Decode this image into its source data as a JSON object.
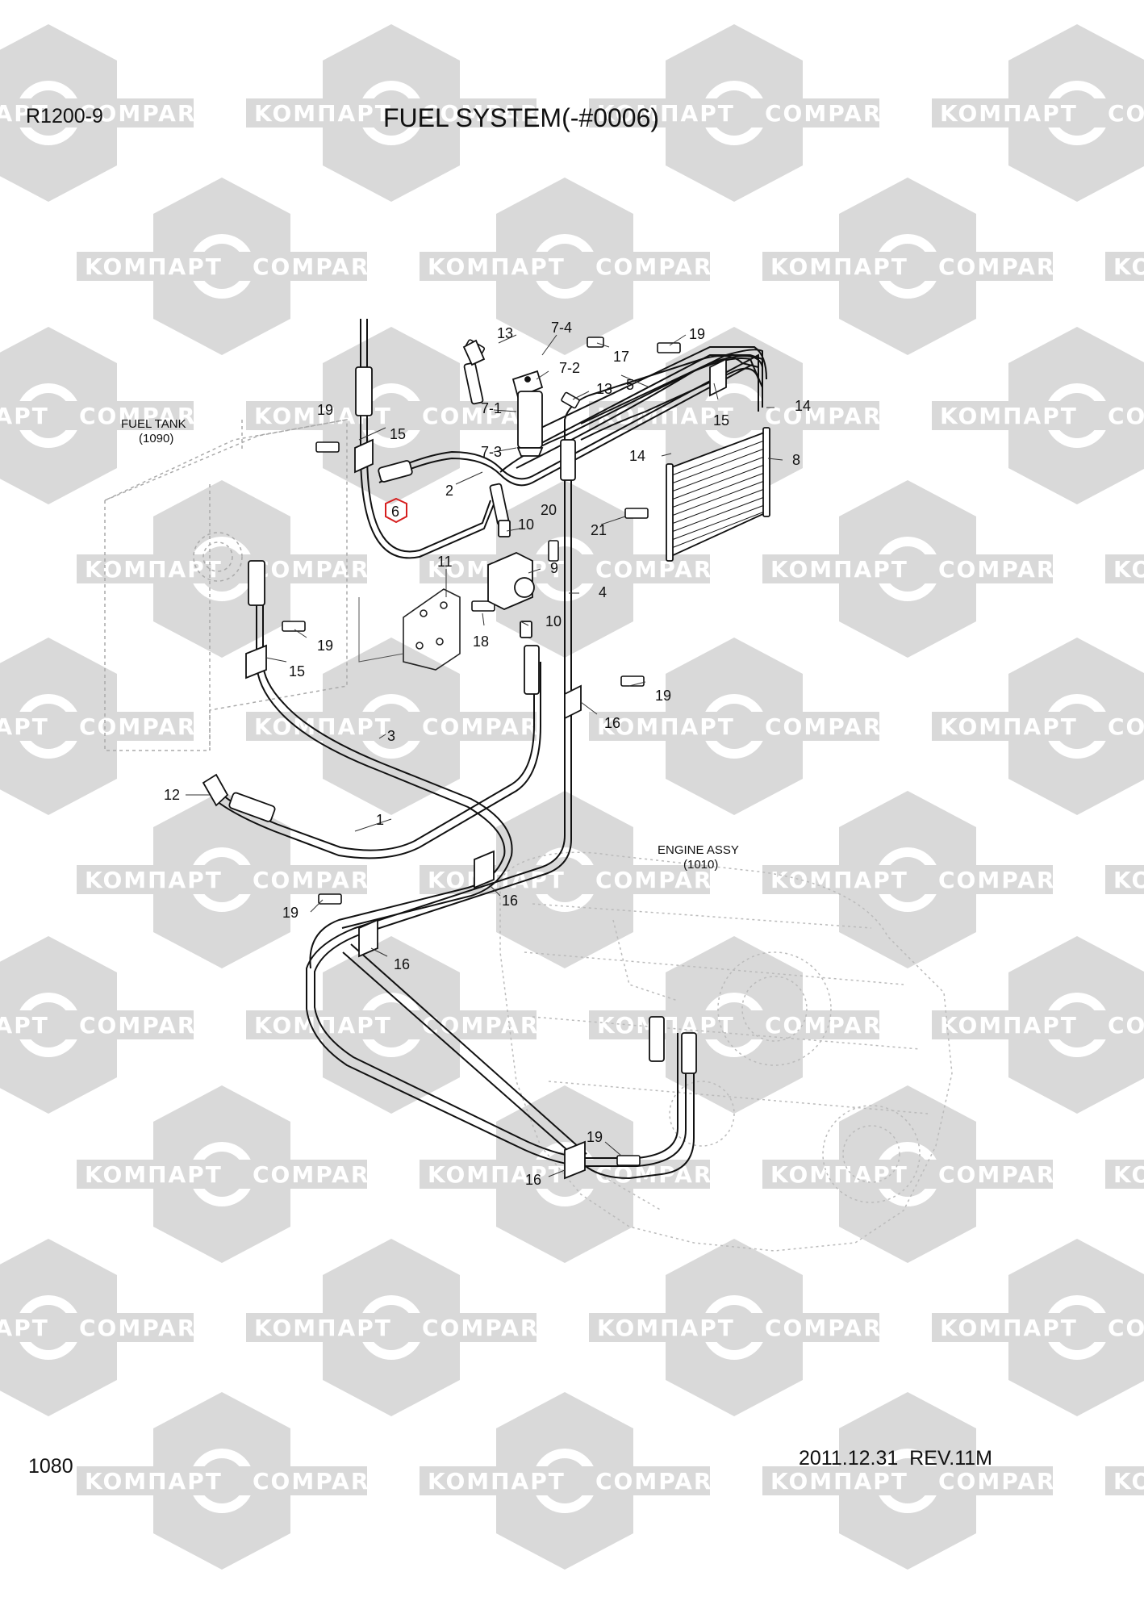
{
  "header": {
    "model": "R1200-9",
    "title": "FUEL SYSTEM(-#0006)",
    "page": "1080",
    "date_rev": "2011.12.31  REV.11M"
  },
  "watermark": {
    "left": "KOMПАРТ",
    "right": "COMPART",
    "color": "#d9d9d9"
  },
  "assemblies": {
    "fuel_tank": {
      "name": "FUEL TANK",
      "code": "(1090)"
    },
    "engine": {
      "name": "ENGINE ASSY",
      "code": "(1010)"
    }
  },
  "callouts": {
    "c1": "1",
    "c2": "2",
    "c3": "3",
    "c4a": "4",
    "c5": "5",
    "c6": "6",
    "c7_1": "7-1",
    "c7_2": "7-2",
    "c7_3": "7-3",
    "c7_4": "7-4",
    "c8": "8",
    "c9": "9",
    "c10a": "10",
    "c10b": "10",
    "c11": "11",
    "c12": "12",
    "c13a": "13",
    "c13b": "13",
    "c14a": "14",
    "c14b": "14",
    "c15a": "15",
    "c15b": "15",
    "c15c": "15",
    "c16a": "16",
    "c16b": "16",
    "c16c": "16",
    "c16d": "16",
    "c17": "17",
    "c18": "18",
    "c19a": "19",
    "c19b": "19",
    "c19c": "19",
    "c19d": "19",
    "c19e": "19",
    "c19f": "19",
    "c20": "20",
    "c21": "21"
  },
  "highlight_color": "#d61e1e"
}
